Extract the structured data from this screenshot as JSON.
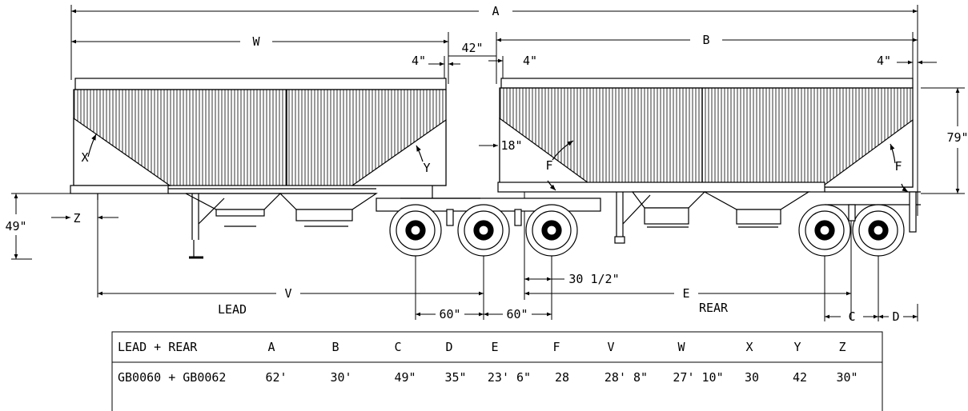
{
  "dimensions": {
    "A": "A",
    "W": "W",
    "B": "B",
    "four_in": "4\"",
    "gap": "42\"",
    "height_rear": "79\"",
    "height_lead": "49\"",
    "Z": "Z",
    "X": "X",
    "Y": "Y",
    "F": "F",
    "eighteen": "18\"",
    "thirty_half": "30 1/2\"",
    "V": "V",
    "E": "E",
    "sixty": "60\"",
    "C": "C",
    "D": "D"
  },
  "labels": {
    "lead": "LEAD",
    "rear": "REAR"
  },
  "table": {
    "headers": [
      "LEAD + REAR",
      "A",
      "B",
      "C",
      "D",
      "E",
      "F",
      "V",
      "W",
      "X",
      "Y",
      "Z"
    ],
    "row": [
      "GB0060 + GB0062",
      "62'",
      "30'",
      "49\"",
      "35\"",
      "23' 6\"",
      "28",
      "28' 8\"",
      "27' 10\"",
      "30",
      "42",
      "30\""
    ]
  }
}
